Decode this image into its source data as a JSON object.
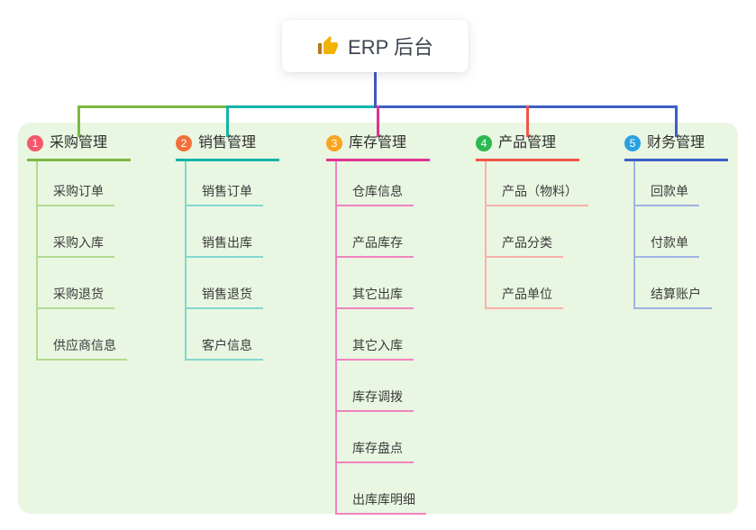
{
  "root": {
    "label": "ERP 后台",
    "icon": "thumbs-up",
    "icon_color": "#f2b200",
    "line_color": "#4457bd"
  },
  "panel": {
    "background": "#e9f6e1"
  },
  "branches": [
    {
      "num": "1",
      "title": "采购管理",
      "badge_color": "#f5586b",
      "line_color": "#7cb93f",
      "child_line_color": "#b2da92",
      "children": [
        "采购订单",
        "采购入库",
        "采购退货",
        "供应商信息"
      ]
    },
    {
      "num": "2",
      "title": "销售管理",
      "badge_color": "#f2703b",
      "line_color": "#14b3aa",
      "child_line_color": "#84d7cf",
      "children": [
        "销售订单",
        "销售出库",
        "销售退货",
        "客户信息"
      ]
    },
    {
      "num": "3",
      "title": "库存管理",
      "badge_color": "#f7a521",
      "line_color": "#e1338f",
      "child_line_color": "#f083bf",
      "children": [
        "仓库信息",
        "产品库存",
        "其它出库",
        "其它入库",
        "库存调拨",
        "库存盘点",
        "出库库明细"
      ]
    },
    {
      "num": "4",
      "title": "产品管理",
      "badge_color": "#2eb850",
      "line_color": "#f1544b",
      "child_line_color": "#f8b0a8",
      "children": [
        "产品（物料）",
        "产品分类",
        "产品单位"
      ]
    },
    {
      "num": "5",
      "title": "财务管理",
      "badge_color": "#29a1e1",
      "line_color": "#3c5fc6",
      "child_line_color": "#9fb3e6",
      "children": [
        "回款单",
        "付款单",
        "结算账户"
      ]
    }
  ]
}
